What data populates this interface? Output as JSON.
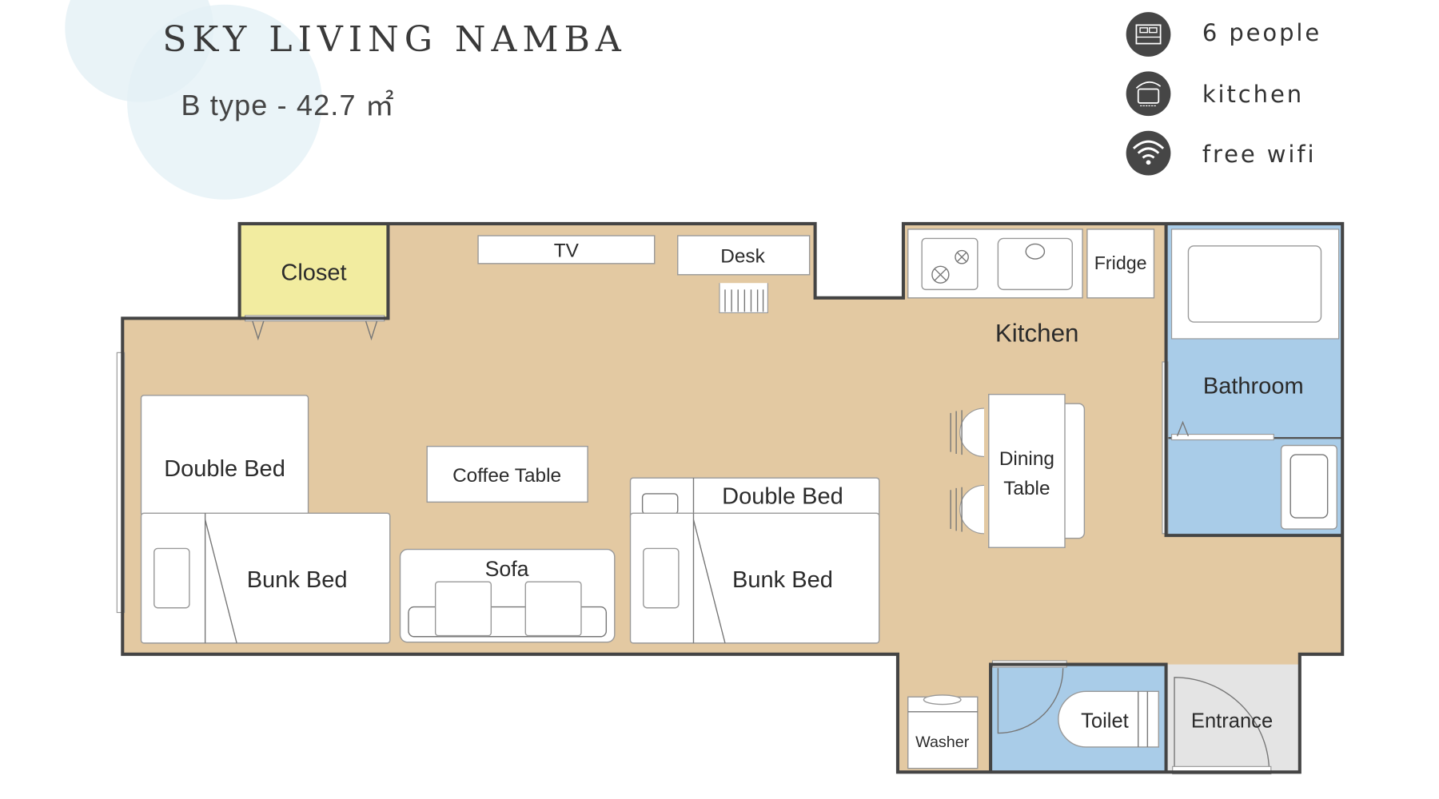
{
  "header": {
    "title": "SKY LIVING NAMBA",
    "subtitle": "B type - 42.7 ㎡"
  },
  "amenities": [
    {
      "icon": "bed-icon",
      "label": "6 people"
    },
    {
      "icon": "pot-icon",
      "label": "kitchen"
    },
    {
      "icon": "wifi-icon",
      "label": "free wifi"
    }
  ],
  "rooms": {
    "closet": "Closet",
    "tv": "TV",
    "desk": "Desk",
    "fridge": "Fridge",
    "kitchen": "Kitchen",
    "bathroom": "Bathroom",
    "dining_table_1": "Dining",
    "dining_table_2": "Table",
    "double_bed_left": "Double Bed",
    "bunk_bed_left": "Bunk Bed",
    "coffee_table": "Coffee Table",
    "sofa": "Sofa",
    "double_bed_right": "Double Bed",
    "bunk_bed_right": "Bunk Bed",
    "washer": "Washer",
    "toilet": "Toilet",
    "entrance": "Entrance"
  },
  "colors": {
    "floor": "#e3c9a2",
    "closet": "#f2eca0",
    "wet_room": "#a9cce8",
    "entrance": "#e4e4e4",
    "icon_bg": "#464646"
  }
}
